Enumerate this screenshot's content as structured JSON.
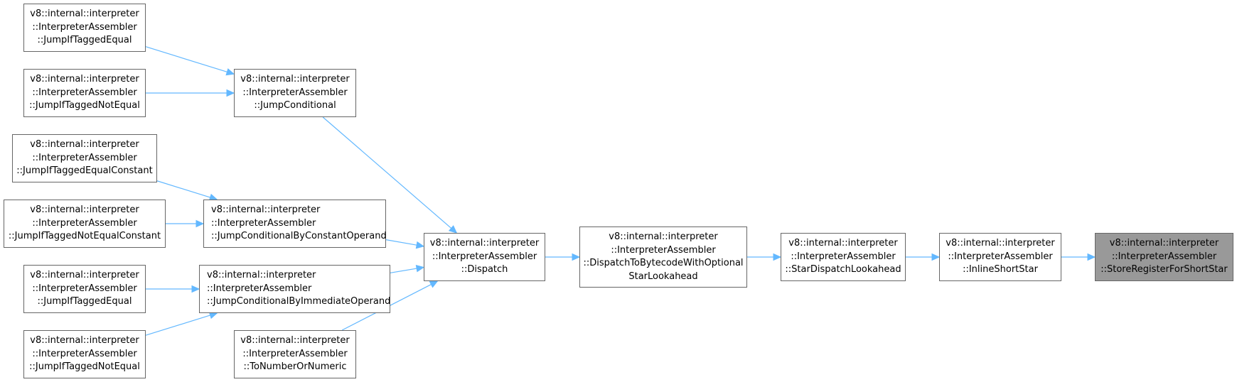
{
  "nodes": {
    "store_register": [
      "v8::internal::interpreter",
      "::InterpreterAssembler",
      "::StoreRegisterForShortStar"
    ],
    "inline_short_star": [
      "v8::internal::interpreter",
      "::InterpreterAssembler",
      "::InlineShortStar"
    ],
    "star_dispatch": [
      "v8::internal::interpreter",
      "::InterpreterAssembler",
      "::StarDispatchLookahead"
    ],
    "dispatch_to_bytecode": [
      "v8::internal::interpreter",
      "::InterpreterAssembler",
      "::DispatchToBytecodeWithOptional",
      "StarLookahead"
    ],
    "dispatch": [
      "v8::internal::interpreter",
      "::InterpreterAssembler",
      "::Dispatch"
    ],
    "jump_conditional": [
      "v8::internal::interpreter",
      "::InterpreterAssembler",
      "::JumpConditional"
    ],
    "jump_if_tagged_equal_1": [
      "v8::internal::interpreter",
      "::InterpreterAssembler",
      "::JumpIfTaggedEqual"
    ],
    "jump_if_tagged_not_equal_1": [
      "v8::internal::interpreter",
      "::InterpreterAssembler",
      "::JumpIfTaggedNotEqual"
    ],
    "jump_cond_const": [
      "v8::internal::interpreter",
      "::InterpreterAssembler",
      "::JumpConditionalByConstantOperand"
    ],
    "jump_if_tagged_equal_const": [
      "v8::internal::interpreter",
      "::InterpreterAssembler",
      "::JumpIfTaggedEqualConstant"
    ],
    "jump_if_tagged_not_equal_const": [
      "v8::internal::interpreter",
      "::InterpreterAssembler",
      "::JumpIfTaggedNotEqualConstant"
    ],
    "jump_cond_imm": [
      "v8::internal::interpreter",
      "::InterpreterAssembler",
      "::JumpConditionalByImmediateOperand"
    ],
    "jump_if_tagged_equal_2": [
      "v8::internal::interpreter",
      "::InterpreterAssembler",
      "::JumpIfTaggedEqual"
    ],
    "jump_if_tagged_not_equal_2": [
      "v8::internal::interpreter",
      "::InterpreterAssembler",
      "::JumpIfTaggedNotEqual"
    ],
    "to_number": [
      "v8::internal::interpreter",
      "::InterpreterAssembler",
      "::ToNumberOrNumeric"
    ]
  },
  "edges": [
    {
      "from": "inline_short_star",
      "to": "store_register"
    },
    {
      "from": "star_dispatch",
      "to": "inline_short_star"
    },
    {
      "from": "dispatch_to_bytecode",
      "to": "star_dispatch"
    },
    {
      "from": "dispatch",
      "to": "dispatch_to_bytecode"
    },
    {
      "from": "jump_conditional",
      "to": "dispatch"
    },
    {
      "from": "jump_cond_const",
      "to": "dispatch"
    },
    {
      "from": "jump_cond_imm",
      "to": "dispatch"
    },
    {
      "from": "to_number",
      "to": "dispatch"
    },
    {
      "from": "jump_if_tagged_equal_1",
      "to": "jump_conditional"
    },
    {
      "from": "jump_if_tagged_not_equal_1",
      "to": "jump_conditional"
    },
    {
      "from": "jump_if_tagged_equal_const",
      "to": "jump_cond_const"
    },
    {
      "from": "jump_if_tagged_not_equal_const",
      "to": "jump_cond_const"
    },
    {
      "from": "jump_if_tagged_equal_2",
      "to": "jump_cond_imm"
    },
    {
      "from": "jump_if_tagged_not_equal_2",
      "to": "jump_cond_imm"
    }
  ],
  "colors": {
    "edge": "#63b8ff",
    "node_border": "#666666",
    "highlight_fill": "#999999"
  }
}
